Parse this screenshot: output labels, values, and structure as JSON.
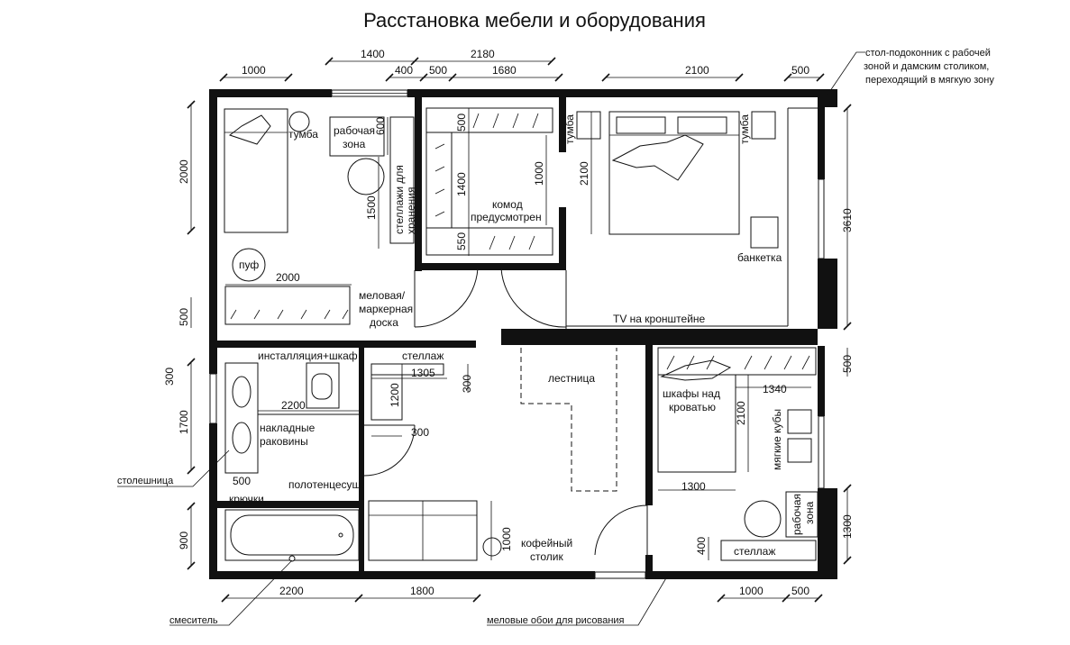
{
  "title": "Расстановка мебели и оборудования",
  "notes": {
    "sill_desk_1": "стол-подоконник с рабочей",
    "sill_desk_2": "зоной и дамским столиком,",
    "sill_desk_3": "переходящий в мягкую зону",
    "countertop": "столешница",
    "mixer": "смеситель",
    "chalk_wallpaper": "меловые обои для рисования"
  },
  "labels": {
    "tumba_left": "тумба",
    "work_zone_1": "рабочая",
    "work_zone_2": "зона",
    "storage_1": "стеллажи для",
    "storage_2": "хранения",
    "pouf": "пуф",
    "board_1": "меловая/",
    "board_2": "маркерная",
    "board_3": "доска",
    "dresser_1": "комод",
    "dresser_2": "предусмотрен",
    "tumba_mid": "тумба",
    "tumba_right": "тумба",
    "bench": "банкетка",
    "tv": "TV на кронштейне",
    "install": "инсталляция+шкаф",
    "shelf_hall": "стеллаж",
    "sinks_1": "накладные",
    "sinks_2": "раковины",
    "towel": "полотенцесуш.",
    "hooks": "крючки",
    "stairs": "лестница",
    "coffee_1": "кофейный",
    "coffee_2": "столик",
    "wardrobe_1": "шкафы над",
    "wardrobe_2": "кроватью",
    "soft_cubes": "мягкие кубы",
    "work_zone_r1": "рабочая",
    "work_zone_r2": "зона",
    "shelf_right": "стеллаж"
  },
  "dims": {
    "d1000_top": "1000",
    "d1400": "1400",
    "d400_top": "400",
    "d500_top": "500",
    "d2180": "2180",
    "d1680": "1680",
    "d2100_top": "2100",
    "d500_topright": "500",
    "d2000_left": "2000",
    "d600": "600",
    "d1500": "1500",
    "d500_wardrobe": "500",
    "d1400_wardrobe": "1400",
    "d550": "550",
    "d1000_dresser": "1000",
    "d2100_bed": "2100",
    "d3610": "3610",
    "d2000_bed": "2000",
    "d500_left": "500",
    "d300_left": "300",
    "d1700": "1700",
    "d2200_sink": "2200",
    "d1305": "1305",
    "d300_hall": "300",
    "d1200": "1200",
    "d300_small": "300",
    "d500_bath": "500",
    "d900": "900",
    "d2200_bottom": "2200",
    "d1800": "1800",
    "d1000_sofa": "1000",
    "d400_right": "400",
    "d1340": "1340",
    "d500_right": "500",
    "d2100_right": "2100",
    "d1300_bed": "1300",
    "d1300_right": "1300",
    "d1000_bottom": "1000",
    "d500_bottom": "500"
  }
}
